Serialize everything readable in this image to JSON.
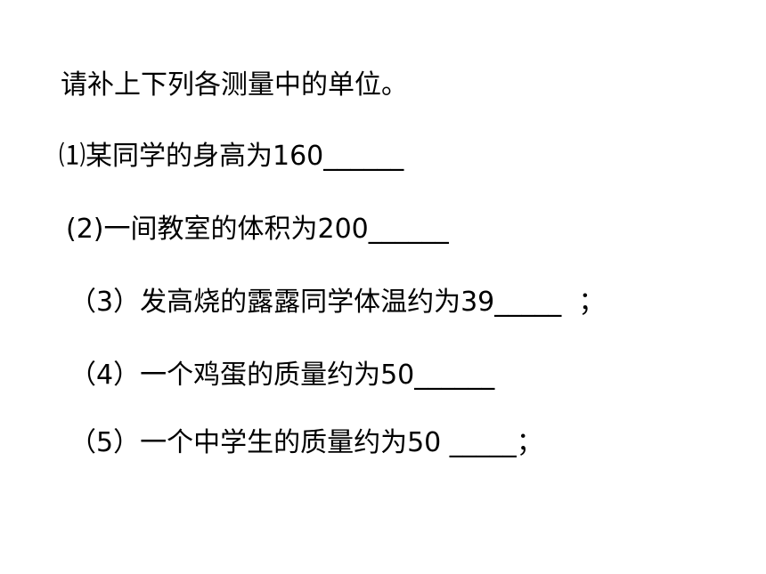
{
  "prompt": "请补上下列各测量中的单位。",
  "questions": [
    {
      "text": "⑴某同学的身高为160______"
    },
    {
      "text": "(2)一间教室的体积为200______"
    },
    {
      "text": "（3）发高烧的露露同学体温约为39_____  ；"
    },
    {
      "text": "（4）一个鸡蛋的质量约为50______"
    },
    {
      "text": "（5）一个中学生的质量约为50 _____；"
    }
  ]
}
